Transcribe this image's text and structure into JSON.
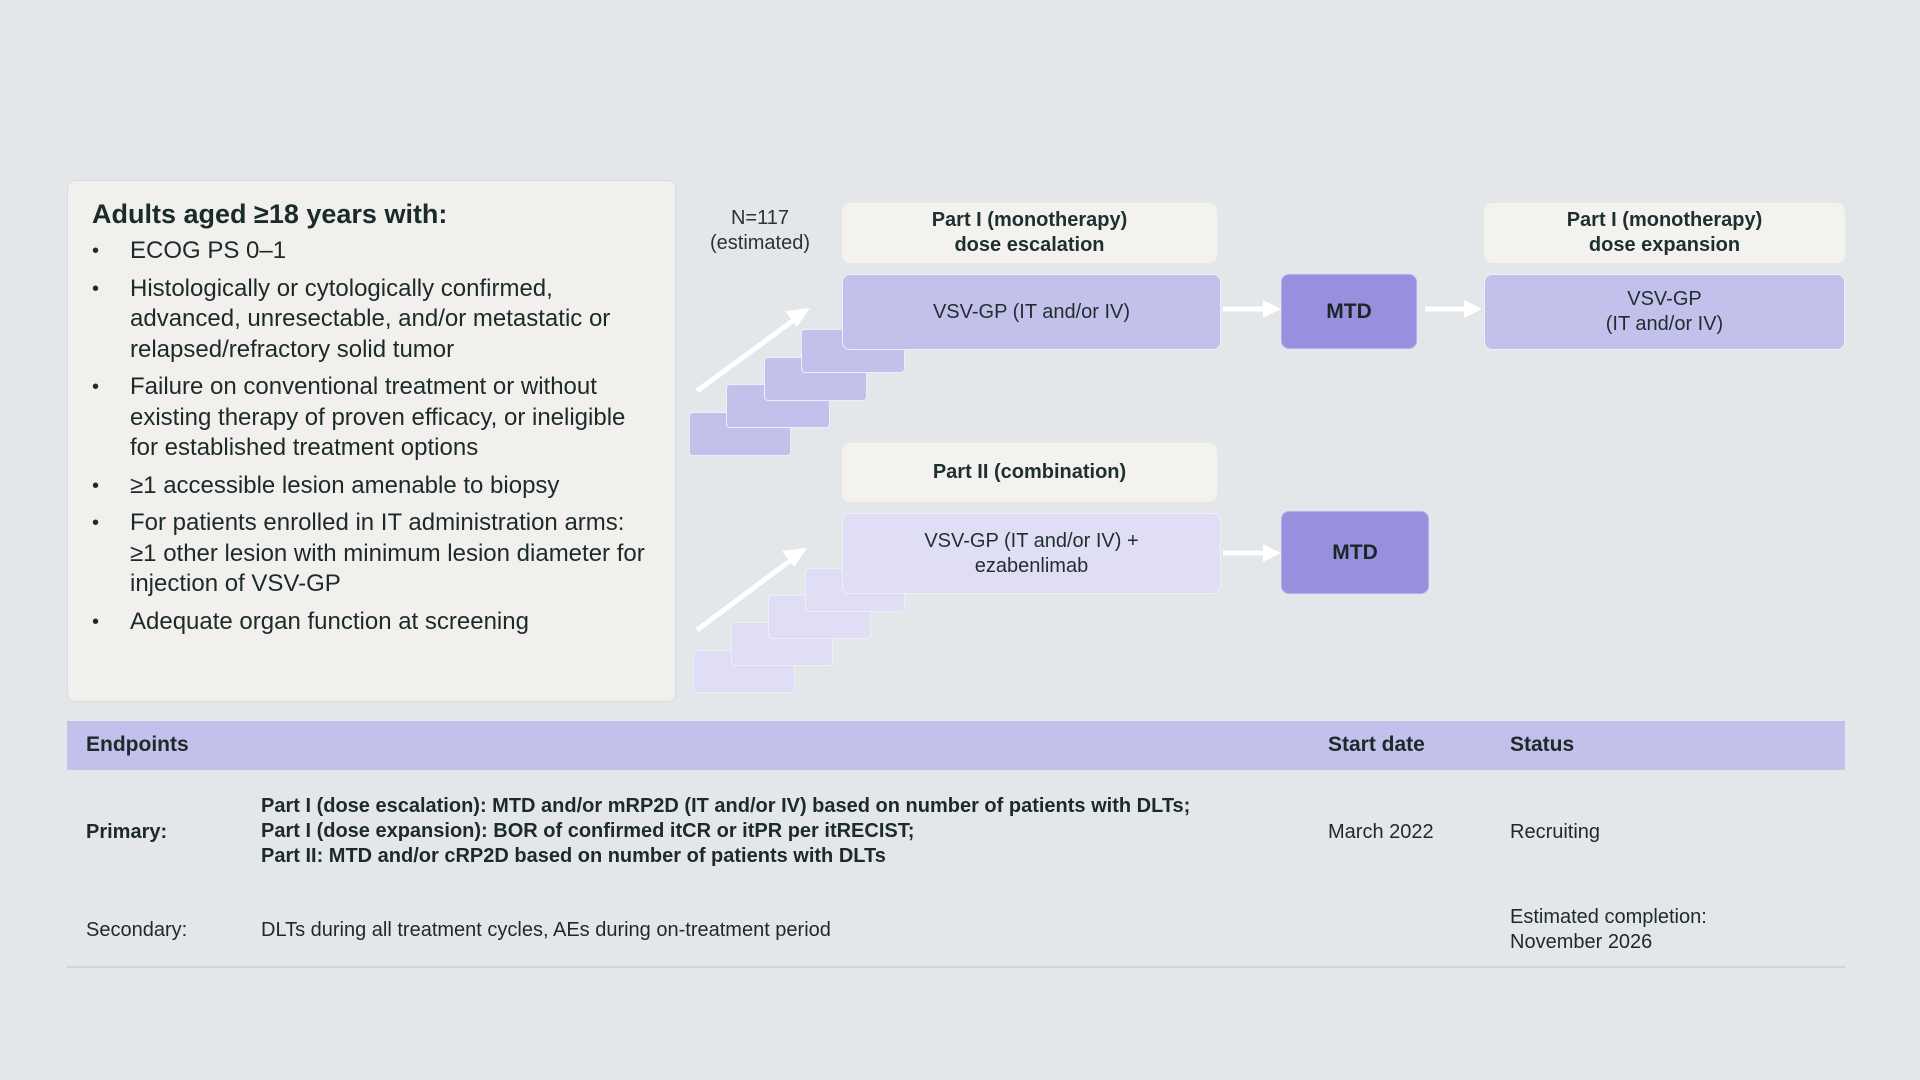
{
  "eligibility": {
    "title": "Adults aged ≥18 years with:",
    "items": [
      "ECOG PS 0–1",
      "Histologically or cytologically confirmed, advanced, unresectable, and/or metastatic or relapsed/refractory solid tumor",
      "Failure on conventional treatment or without existing therapy of proven efficacy, or ineligible for established treatment options",
      "≥1 accessible lesion amenable to biopsy",
      "For patients enrolled in IT administration arms: ≥1 other lesion with minimum lesion diameter for injection of VSV-GP",
      "Adequate organ function at screening"
    ]
  },
  "schema": {
    "n_line1": "N=117",
    "n_line2": "(estimated)",
    "part1_escalation_header": [
      "Part I (monotherapy)",
      "dose escalation"
    ],
    "part1_escalation_box": "VSV-GP (IT and/or IV)",
    "part1_mtd": "MTD",
    "part1_expansion_header": [
      "Part I (monotherapy)",
      "dose expansion"
    ],
    "part1_expansion_box": [
      "VSV-GP",
      "(IT and/or IV)"
    ],
    "part2_header": "Part II (combination)",
    "part2_box": [
      "VSV-GP (IT and/or IV) +",
      "ezabenlimab"
    ],
    "part2_mtd": "MTD",
    "colors": {
      "part1": "#c3c0eb",
      "part2": "#dfdef5",
      "mtd": "#9890df",
      "header": "#f3f2ef"
    }
  },
  "endpoints": {
    "header": {
      "endpoints": "Endpoints",
      "start_date": "Start date",
      "status": "Status"
    },
    "primary": {
      "label": "Primary:",
      "lines": [
        "Part I (dose escalation): MTD and/or mRP2D (IT and/or IV) based on number of patients with DLTs;",
        "Part I (dose expansion): BOR of confirmed itCR or itPR per itRECIST;",
        "Part II: MTD and/or cRP2D based on number of patients with DLTs"
      ],
      "start_date": "March 2022",
      "status": "Recruiting"
    },
    "secondary": {
      "label": "Secondary:",
      "text": "DLTs during all treatment cycles, AEs during on-treatment period",
      "status_lines": [
        "Estimated completion:",
        "November 2026"
      ]
    }
  }
}
